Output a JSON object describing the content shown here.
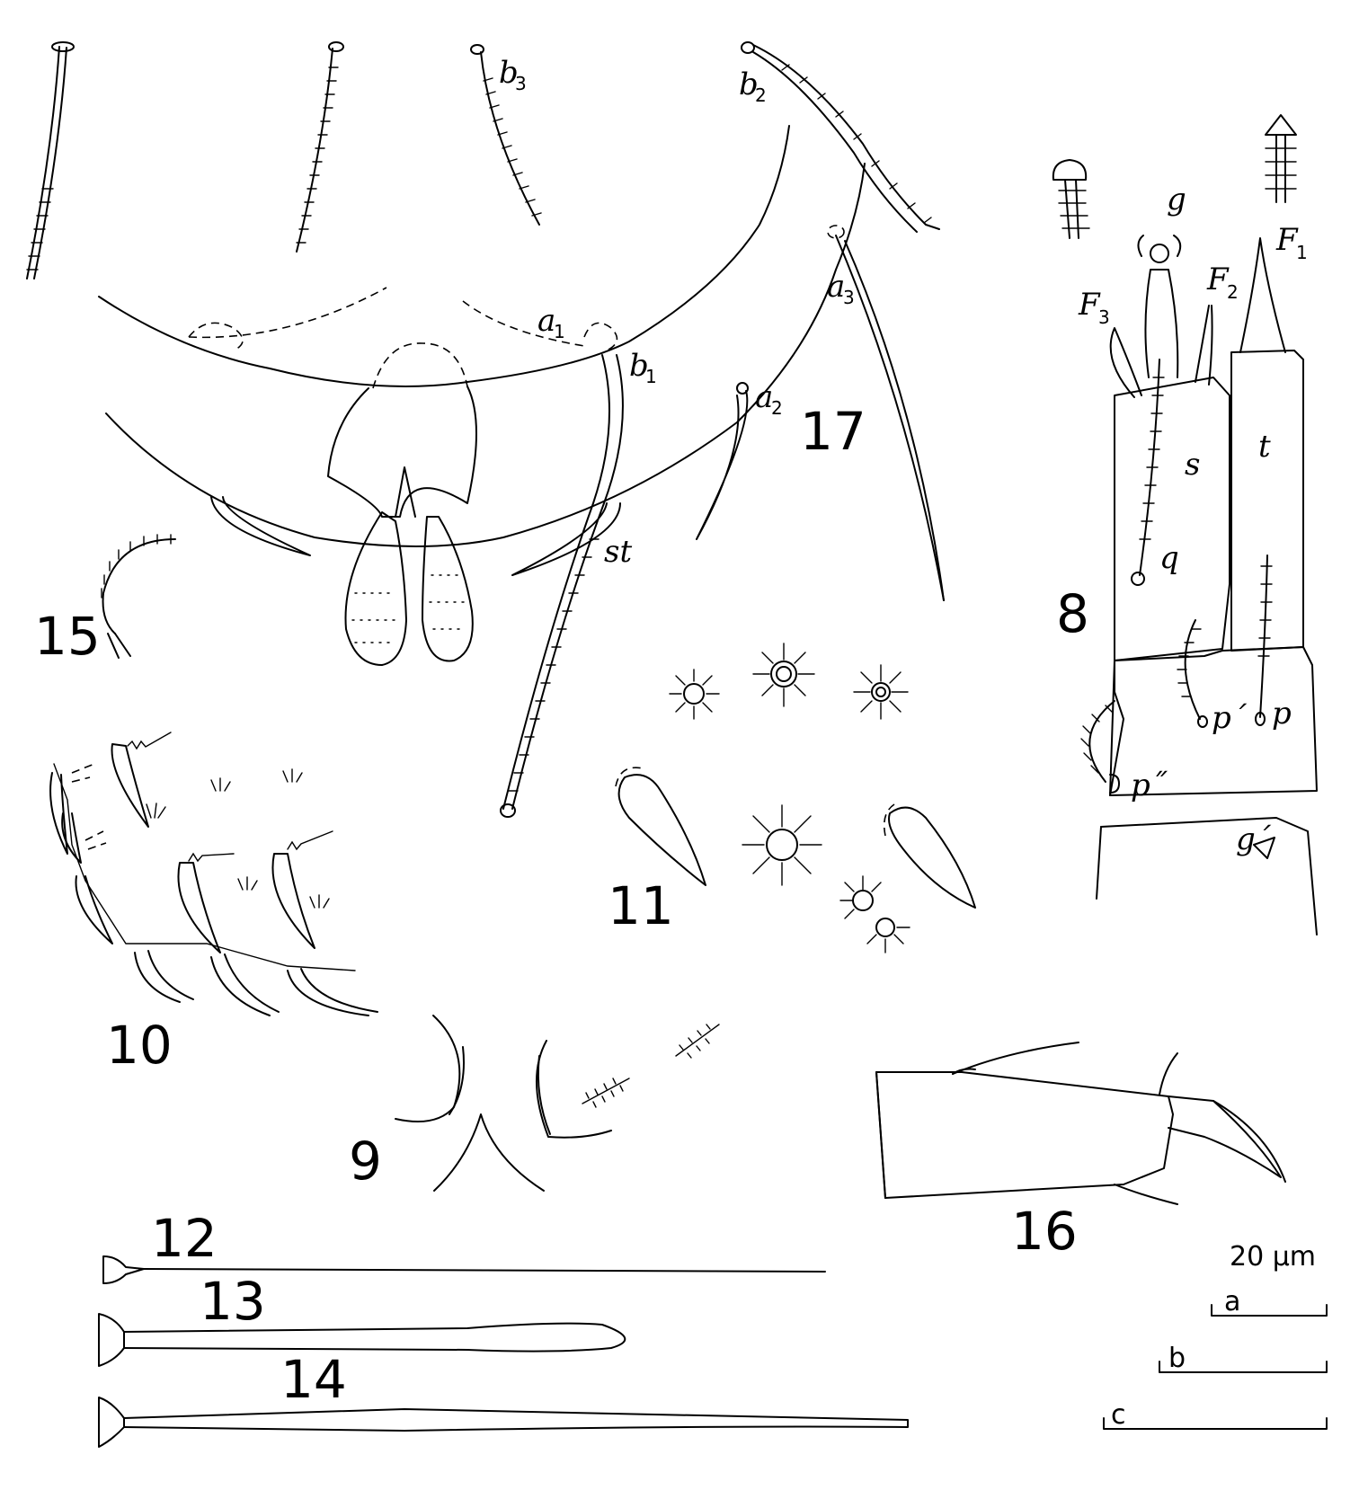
{
  "figures": {
    "fig8": "8",
    "fig9": "9",
    "fig10": "10",
    "fig11": "11",
    "fig12": "12",
    "fig13": "13",
    "fig14": "14",
    "fig15": "15",
    "fig16": "16",
    "fig17": "17"
  },
  "labels": {
    "b3": {
      "main": "b",
      "sub": "3"
    },
    "b2": {
      "main": "b",
      "sub": "2"
    },
    "b1": {
      "main": "b",
      "sub": "1"
    },
    "a1": {
      "main": "a",
      "sub": "1"
    },
    "a2": {
      "main": "a",
      "sub": "2"
    },
    "a3": {
      "main": "a",
      "sub": "3"
    },
    "st": "st",
    "g": "g",
    "F1": {
      "main": "F",
      "sub": "1"
    },
    "F2": {
      "main": "F",
      "sub": "2"
    },
    "F3": {
      "main": "F",
      "sub": "3"
    },
    "s": "s",
    "t": "t",
    "q": "q",
    "p": "p",
    "p_prime": "p´",
    "p_dprime": "p˝",
    "g_prime": "g´"
  },
  "scale": {
    "title": "20 µm",
    "bars": [
      "a",
      "b",
      "c"
    ]
  }
}
